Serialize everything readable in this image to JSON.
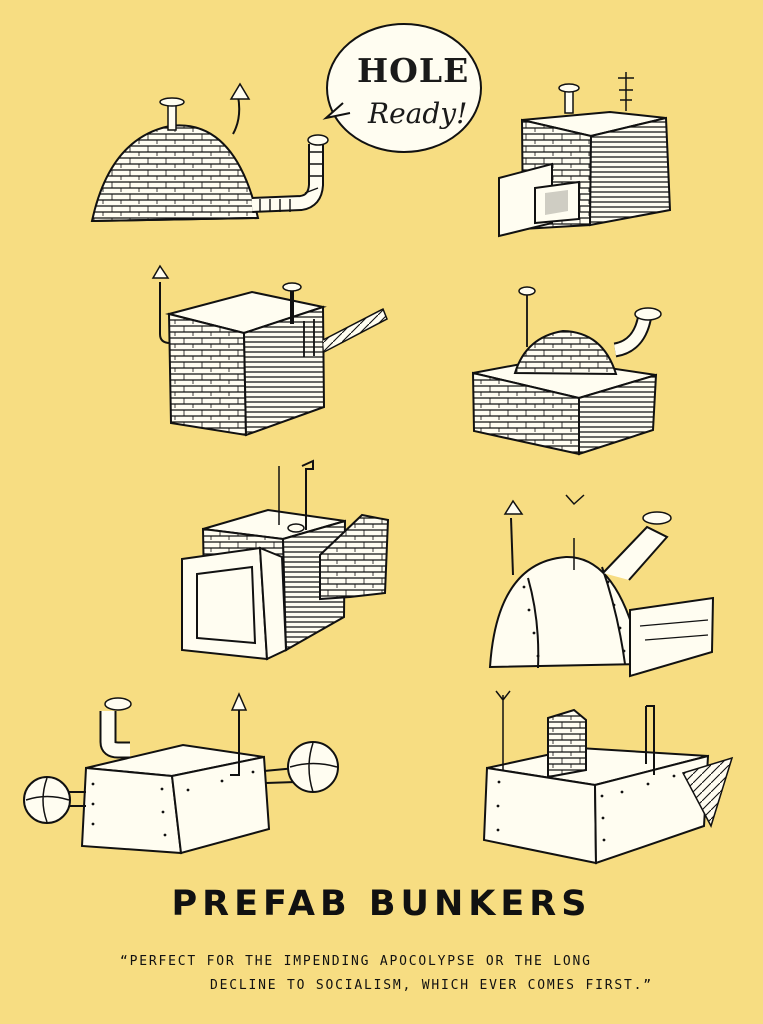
{
  "bubble": {
    "line1": "HOLE",
    "line2": "Ready!"
  },
  "poster": {
    "title": "PREFAB BUNKERS",
    "quote_line1": "“PERFECT FOR THE IMPENDING APOCOLYPSE OR THE LONG",
    "quote_line2": "DECLINE TO SOCIALISM, WHICH EVER COMES FIRST.”"
  },
  "style": {
    "background": "#f7dd82",
    "ink": "#111111",
    "paper": "#fffdf1"
  }
}
